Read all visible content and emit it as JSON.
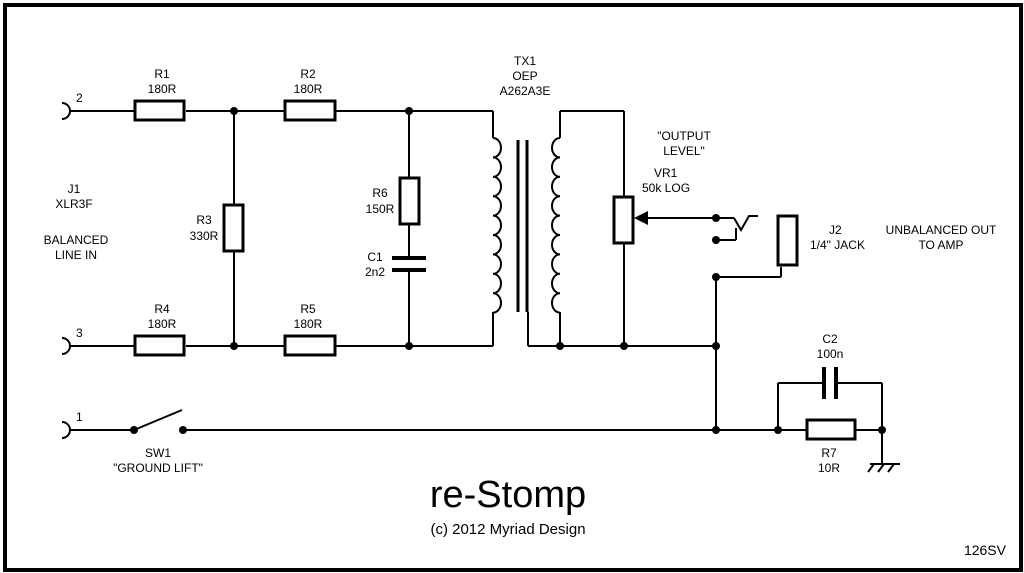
{
  "title": "re-Stomp",
  "copyright": "(c) 2012 Myriad Design",
  "code": "126SV",
  "inputs": {
    "connector": [
      "J1",
      "XLR3F"
    ],
    "description": [
      "BALANCED",
      "LINE IN"
    ],
    "pins": [
      "2",
      "3",
      "1"
    ]
  },
  "resistors": [
    {
      "ref": "R1",
      "value": "180R"
    },
    {
      "ref": "R2",
      "value": "180R"
    },
    {
      "ref": "R3",
      "value": "330R"
    },
    {
      "ref": "R4",
      "value": "180R"
    },
    {
      "ref": "R5",
      "value": "180R"
    },
    {
      "ref": "R6",
      "value": "150R"
    },
    {
      "ref": "R7",
      "value": "10R"
    }
  ],
  "capacitors": [
    {
      "ref": "C1",
      "value": "2n2"
    },
    {
      "ref": "C2",
      "value": "100n"
    }
  ],
  "transformer": {
    "ref": "TX1",
    "maker": "OEP",
    "part": "A262A3E"
  },
  "pot": {
    "ref": "VR1",
    "value": "50k LOG",
    "label": [
      "\"OUTPUT",
      "LEVEL\""
    ]
  },
  "jack": {
    "ref": "J2",
    "value": "1/4\" JACK"
  },
  "output": [
    "UNBALANCED OUT",
    "TO AMP"
  ],
  "switch": {
    "ref": "SW1",
    "label": "\"GROUND LIFT\""
  }
}
